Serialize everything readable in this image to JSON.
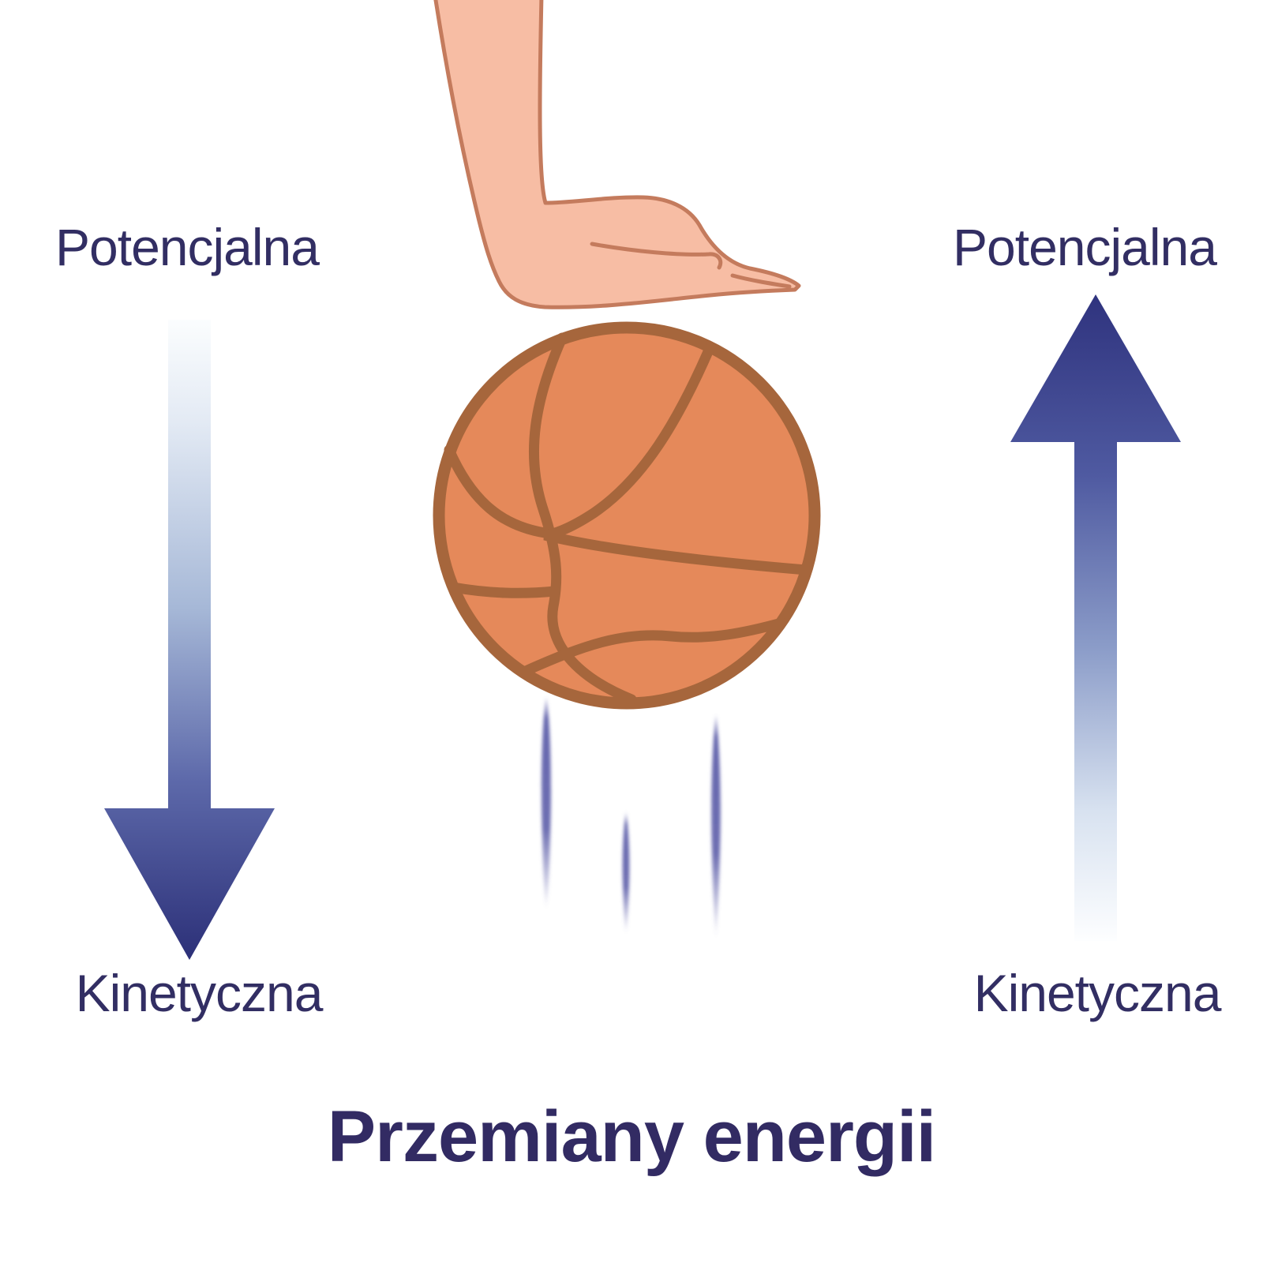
{
  "title": "Przemiany energii",
  "left_column": {
    "top_label": "Potencjalna",
    "bottom_label": "Kinetyczna",
    "arrow_direction": "down",
    "meaning": "potential energy converts to kinetic as ball falls"
  },
  "right_column": {
    "top_label": "Potencjalna",
    "bottom_label": "Kinetyczna",
    "arrow_direction": "up",
    "meaning": "kinetic energy converts to potential as ball rises"
  },
  "illustration": {
    "hand": "hand-dropping-ball-icon",
    "ball": "basketball-icon",
    "motion_lines_count": 3
  },
  "colors": {
    "background": "#ffffff",
    "label_text": "#322e63",
    "title_text": "#322b63",
    "arrow_dark": "#2c3078",
    "arrow_mid": "#5d69aa",
    "arrow_light": "#fafcfe",
    "ball_fill": "#e5895a",
    "ball_seam": "#a6663c",
    "skin_fill": "#f7bda4",
    "skin_outline": "#c47b5d",
    "motion_line": "#6667ae"
  }
}
